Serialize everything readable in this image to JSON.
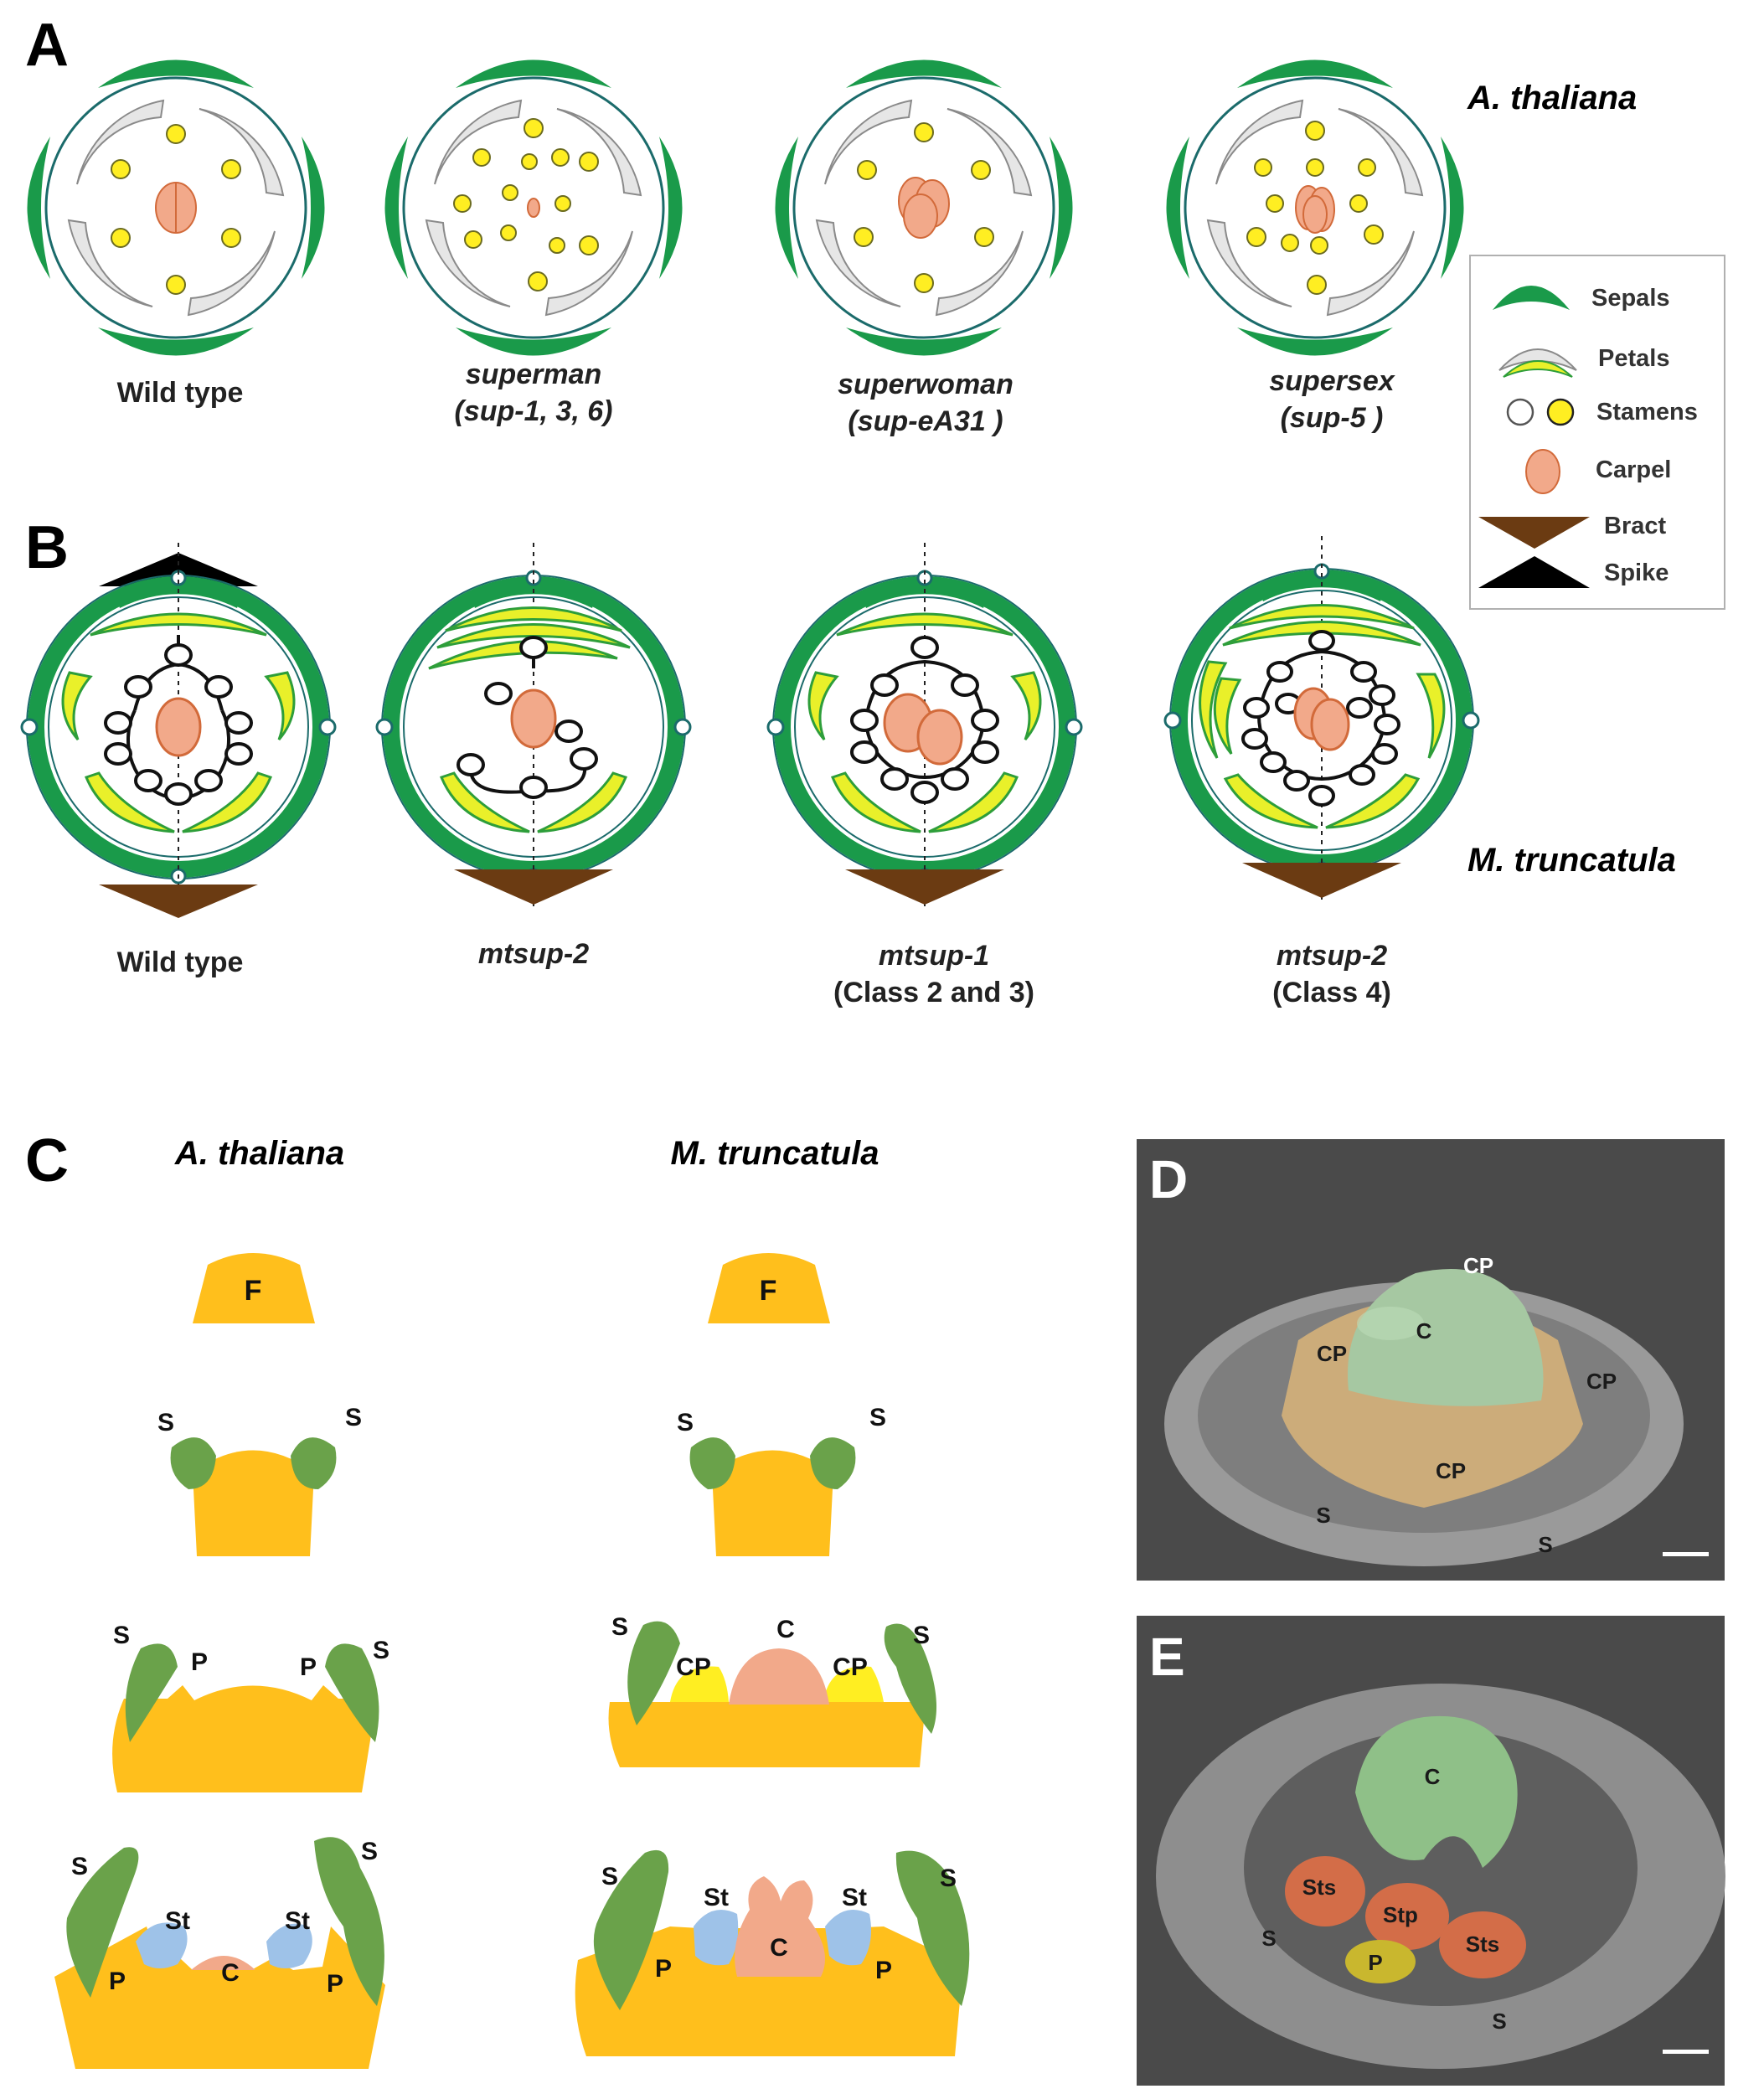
{
  "panels": {
    "A": "A",
    "B": "B",
    "C": "C",
    "D": "D",
    "E": "E"
  },
  "species": {
    "a_thaliana": "A. thaliana",
    "m_truncatula": "M. truncatula"
  },
  "panel_a": {
    "captions": [
      {
        "line1": "Wild type",
        "line2": ""
      },
      {
        "line1": "superman",
        "line2": "(sup-1, 3, 6)"
      },
      {
        "line1": "superwoman",
        "line2": "(sup-eA31 )"
      },
      {
        "line1": "supersex",
        "line2": "(sup-5 )"
      }
    ]
  },
  "panel_b": {
    "captions": [
      {
        "line1": "Wild type",
        "line2": ""
      },
      {
        "line1": "mtsup-2",
        "line2": ""
      },
      {
        "line1": "mtsup-1",
        "line2": "(Class 2 and 3)"
      },
      {
        "line1": "mtsup-2",
        "line2": "(Class 4)"
      }
    ]
  },
  "legend": {
    "sepals": "Sepals",
    "petals": "Petals",
    "stamens": "Stamens",
    "carpel": "Carpel",
    "bract": "Bract",
    "spike": "Spike"
  },
  "panel_c": {
    "F": "F",
    "S": "S",
    "P": "P",
    "St": "St",
    "C": "C",
    "CP": "CP"
  },
  "panel_d": {
    "CP": "CP",
    "C": "C",
    "S": "S"
  },
  "panel_e": {
    "C": "C",
    "Sts": "Sts",
    "Stp": "Stp",
    "P": "P",
    "S": "S"
  },
  "colors": {
    "sepal": "#1a9a4a",
    "petal_grey": "#e6e6e6",
    "petal_yellow": "#e9f02a",
    "stamen_yellow": "#ffee22",
    "carpel": "#f2a98a",
    "meristem": "#ffbf1c",
    "organ_green": "#6aa24a",
    "stamen_blue": "#9ec2e8",
    "bract": "#6b3b12"
  }
}
